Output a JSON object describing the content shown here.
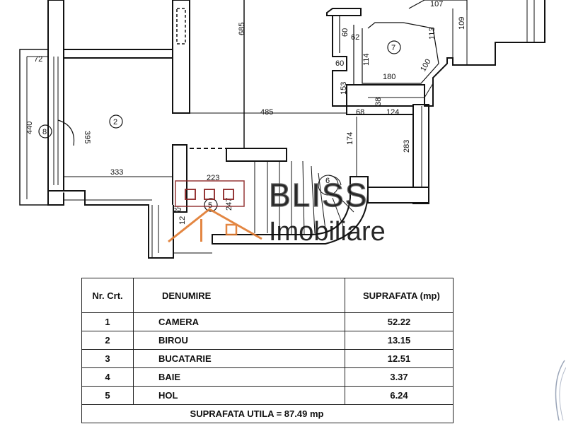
{
  "plan": {
    "dimensions": {
      "d685": "685",
      "d107": "107",
      "d109": "109",
      "d113": "113",
      "d100": "100",
      "d180": "180",
      "d60a": "60",
      "d62": "62",
      "d114": "114",
      "d60b": "60",
      "d153": "153",
      "d38": "38",
      "d68": "68",
      "d124": "124",
      "d485": "485",
      "d174": "174",
      "d283": "283",
      "d72": "72",
      "d440": "440",
      "d395": "395",
      "d333": "333",
      "d223": "223",
      "d65": "65",
      "d12": "12",
      "d247": "247"
    },
    "room_numbers": {
      "r2": "2",
      "r5": "5",
      "r6": "6",
      "r7": "7",
      "r8": "8"
    },
    "logo": {
      "brand": "BLISS",
      "sub": "Imobiliare",
      "color": "#e07a2e",
      "house_color": "#8b2323"
    }
  },
  "table": {
    "headers": {
      "nr": "Nr. Crt.",
      "name": "DENUMIRE",
      "area": "SUPRAFATA (mp)"
    },
    "rows": [
      {
        "nr": "1",
        "name": "CAMERA",
        "area": "52.22"
      },
      {
        "nr": "2",
        "name": "BIROU",
        "area": "13.15"
      },
      {
        "nr": "3",
        "name": "BUCATARIE",
        "area": "12.51"
      },
      {
        "nr": "4",
        "name": "BAIE",
        "area": "3.37"
      },
      {
        "nr": "5",
        "name": "HOL",
        "area": "6.24"
      }
    ],
    "total": "SUPRAFATA UTILA = 87.49 mp"
  }
}
